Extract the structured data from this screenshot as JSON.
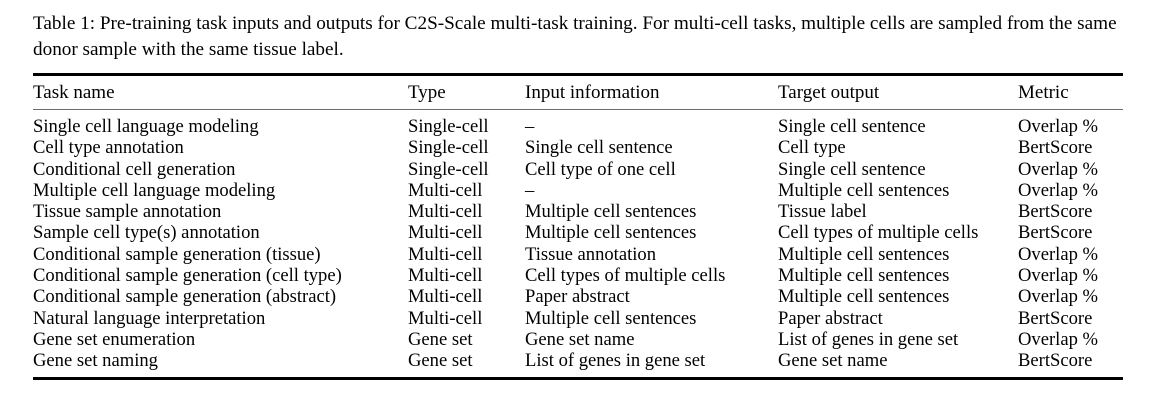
{
  "caption": {
    "label": "Table 1:",
    "text": "Table 1: Pre-training task inputs and outputs for C2S-Scale multi-task training. For multi-cell tasks, multiple cells are sampled from the same donor sample with the same tissue label."
  },
  "table": {
    "headers": [
      "Task name",
      "Type",
      "Input information",
      "Target output",
      "Metric"
    ],
    "rows": [
      {
        "task_name": "Single cell language modeling",
        "type": "Single-cell",
        "input_information": "–",
        "target_output": "Single cell sentence",
        "metric": "Overlap %"
      },
      {
        "task_name": "Cell type annotation",
        "type": "Single-cell",
        "input_information": "Single cell sentence",
        "target_output": "Cell type",
        "metric": "BertScore"
      },
      {
        "task_name": "Conditional cell generation",
        "type": "Single-cell",
        "input_information": "Cell type of one cell",
        "target_output": "Single cell sentence",
        "metric": "Overlap %"
      },
      {
        "task_name": "Multiple cell language modeling",
        "type": "Multi-cell",
        "input_information": "–",
        "target_output": "Multiple cell sentences",
        "metric": "Overlap %"
      },
      {
        "task_name": "Tissue sample annotation",
        "type": "Multi-cell",
        "input_information": "Multiple cell sentences",
        "target_output": "Tissue label",
        "metric": "BertScore"
      },
      {
        "task_name": "Sample cell type(s) annotation",
        "type": "Multi-cell",
        "input_information": "Multiple cell sentences",
        "target_output": "Cell types of multiple cells",
        "metric": "BertScore"
      },
      {
        "task_name": "Conditional sample generation (tissue)",
        "type": "Multi-cell",
        "input_information": "Tissue annotation",
        "target_output": "Multiple cell sentences",
        "metric": "Overlap %"
      },
      {
        "task_name": "Conditional sample generation (cell type)",
        "type": "Multi-cell",
        "input_information": "Cell types of multiple cells",
        "target_output": "Multiple cell sentences",
        "metric": "Overlap %"
      },
      {
        "task_name": "Conditional sample generation (abstract)",
        "type": "Multi-cell",
        "input_information": "Paper abstract",
        "target_output": "Multiple cell sentences",
        "metric": "Overlap %"
      },
      {
        "task_name": "Natural language interpretation",
        "type": "Multi-cell",
        "input_information": "Multiple cell sentences",
        "target_output": "Paper abstract",
        "metric": "BertScore"
      },
      {
        "task_name": "Gene set enumeration",
        "type": "Gene set",
        "input_information": "Gene set name",
        "target_output": "List of genes in gene set",
        "metric": "Overlap %"
      },
      {
        "task_name": "Gene set naming",
        "type": "Gene set",
        "input_information": "List of genes in gene set",
        "target_output": "Gene set name",
        "metric": "BertScore"
      }
    ]
  }
}
